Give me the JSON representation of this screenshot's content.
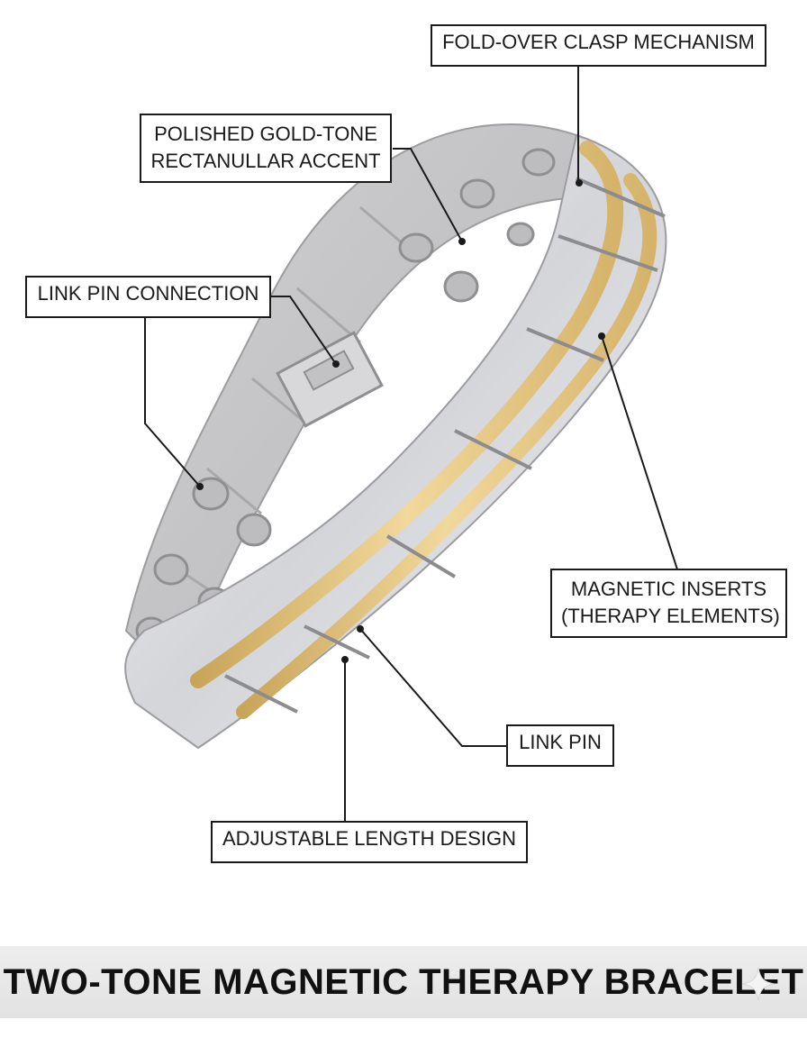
{
  "labels": {
    "clasp": "FOLD-OVER CLASP MECHANISM",
    "accent_line1": "POLISHED GOLD-TONE",
    "accent_line2": "RECTANULLAR ACCENT",
    "link_pin_connection": "LINK PIN CONNECTION",
    "magnetic_line1": "MAGNETIC INSERTS",
    "magnetic_line2": "(THERAPY ELEMENTS)",
    "link_pin": "LINK PIN",
    "adjustable": "ADJUSTABLE LENGTH DESIGN"
  },
  "title": "TWO-TONE MAGNETIC THERAPY BRACELET",
  "colors": {
    "silver": "#d9dade",
    "silver_highlight": "#f7f7f9",
    "gold": "#e6c57c",
    "inner_steel": "#c4c4c6",
    "magnet": "#b9b9bb",
    "line": "#1a1a1a"
  },
  "icons": [
    "sparkle-icon"
  ]
}
